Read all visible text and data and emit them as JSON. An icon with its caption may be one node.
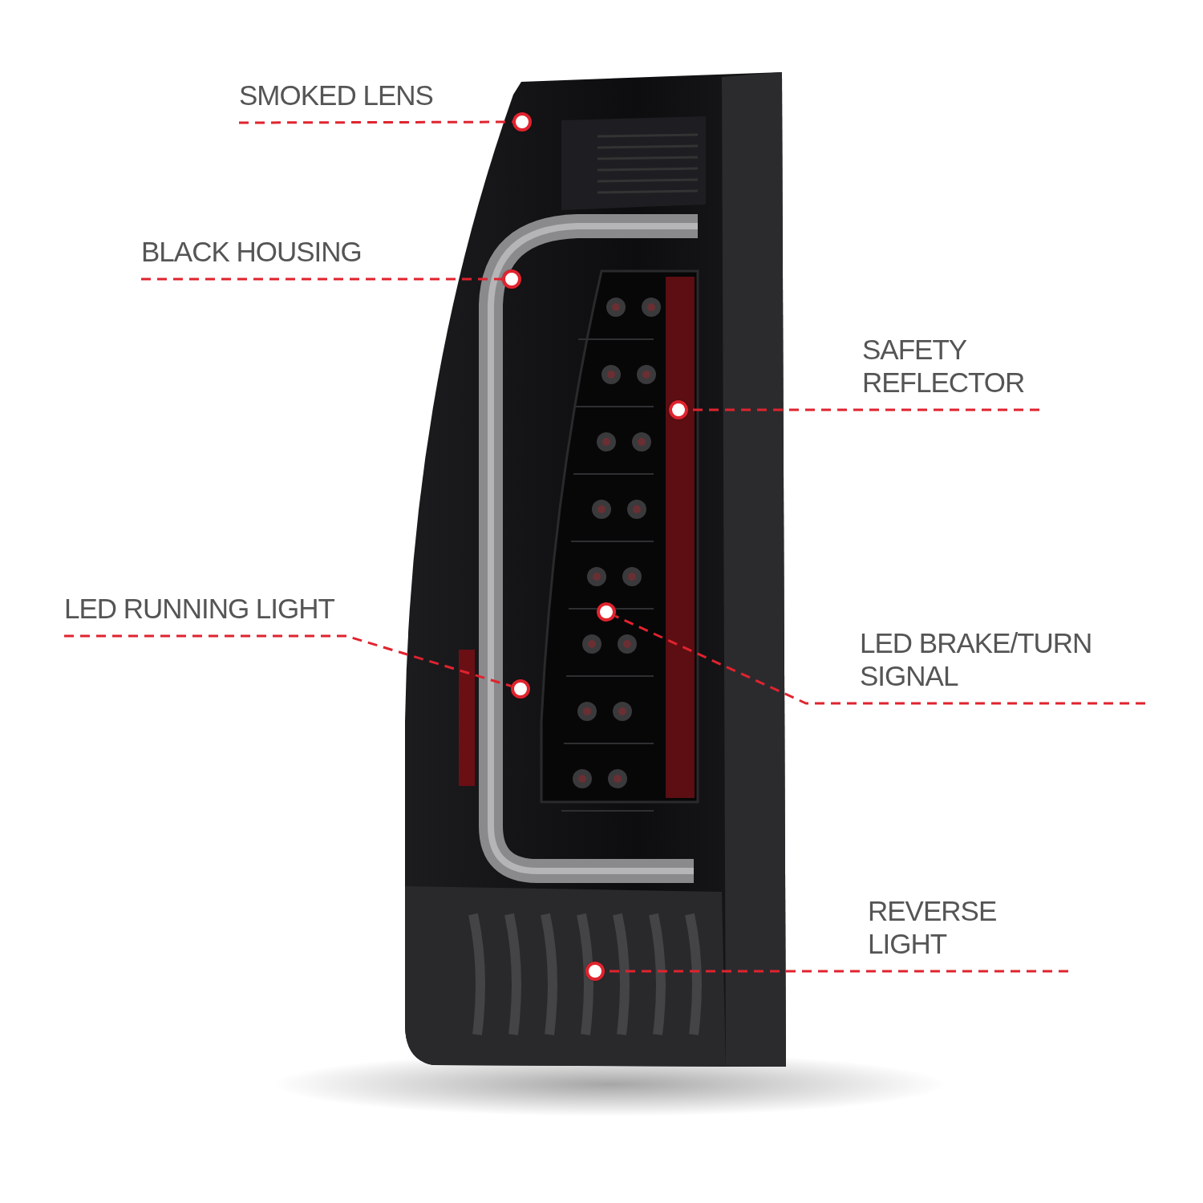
{
  "diagram": {
    "nodes": [
      {
        "text": [
          "SMOKED LENS"
        ]
      },
      {
        "text": [
          "BLACK HOUSING"
        ]
      },
      {
        "text": [
          "SAFETY REFLECTOR"
        ]
      },
      {
        "text": [
          "LED RUNNING LIGHT"
        ]
      },
      {
        "text": [
          "LED BRAKE/TURN SIGNAL"
        ]
      },
      {
        "text": [
          "REVERSE LIGHT"
        ]
      },
      {
        "text": [],
        "shape": "circle"
      },
      {
        "text": [],
        "shape": "circle"
      },
      {
        "text": [],
        "shape": "circle"
      },
      {
        "text": [],
        "shape": "circle"
      },
      {
        "text": [],
        "shape": "circle"
      },
      {
        "text": [],
        "shape": "circle"
      }
    ],
    "edges": [
      {
        "from": 0,
        "to": 6,
        "arrow": "none",
        "style": "dashed",
        "color": "#e0232e"
      },
      {
        "from": 1,
        "to": 7,
        "arrow": "none",
        "style": "dashed",
        "color": "#e0232e"
      },
      {
        "from": 2,
        "to": 8,
        "arrow": "none",
        "style": "dashed",
        "color": "#e0232e"
      },
      {
        "from": 3,
        "to": 9,
        "arrow": "none",
        "style": "dashed",
        "color": "#e0232e"
      },
      {
        "from": 4,
        "to": 10,
        "arrow": "none",
        "style": "dashed",
        "color": "#e0232e"
      },
      {
        "from": 5,
        "to": 11,
        "arrow": "none",
        "style": "dashed",
        "color": "#e0232e"
      }
    ]
  }
}
